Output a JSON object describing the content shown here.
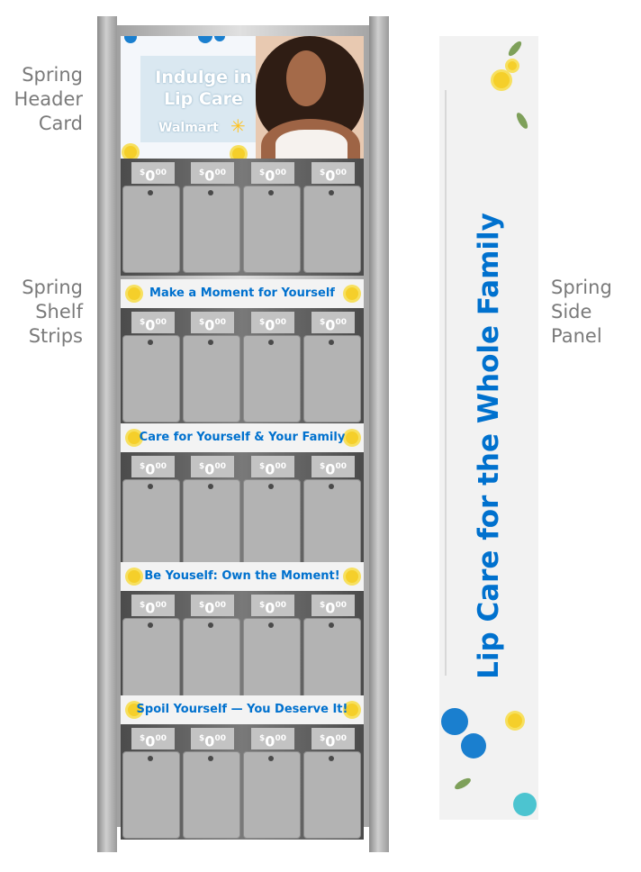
{
  "labels": {
    "header_card": [
      "Spring",
      "Header",
      "Card"
    ],
    "shelf_strips": [
      "Spring",
      "Shelf",
      "Strips"
    ],
    "side_panel": [
      "Spring",
      "Side",
      "Panel"
    ]
  },
  "header_card": {
    "headline": "Indulge in Lip Care",
    "brand": "Walmart"
  },
  "price": {
    "symbol": "$",
    "dollars": "0",
    "cents": "00"
  },
  "shelf_strips": [
    "Make a Moment for Yourself",
    "Care for Yourself & Your Family",
    "Be Youself: Own the Moment!",
    "Spoil Yourself — You Deserve It!"
  ],
  "side_panel": {
    "text": "Lip Care for the Whole Family"
  },
  "colors": {
    "brand_blue": "#0071ce",
    "accent_yellow": "#ffc220",
    "dot_blue": "#1a7fcf",
    "dot_teal": "#4cc4d0"
  }
}
